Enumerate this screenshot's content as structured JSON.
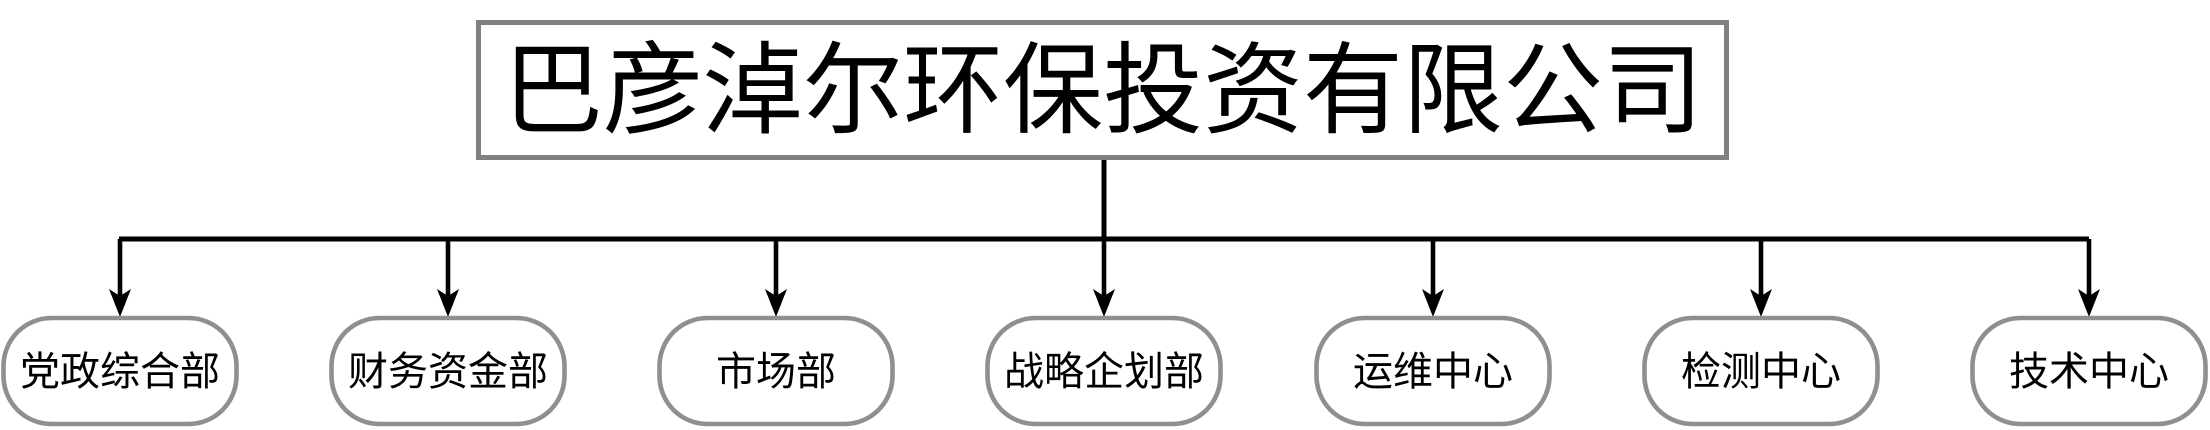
{
  "diagram": {
    "type": "org-chart",
    "root": {
      "label": "巴彦淖尔环保投资有限公司"
    },
    "departments": [
      {
        "label": "党政综合部"
      },
      {
        "label": "财务资金部"
      },
      {
        "label": "市场部"
      },
      {
        "label": "战略企划部"
      },
      {
        "label": "运维中心"
      },
      {
        "label": "检测中心"
      },
      {
        "label": "技术中心"
      }
    ],
    "colors": {
      "line": "#000000",
      "root_border": "#808080",
      "node_border": "#8f8f8f",
      "text": "#000000",
      "background": "#ffffff"
    }
  }
}
